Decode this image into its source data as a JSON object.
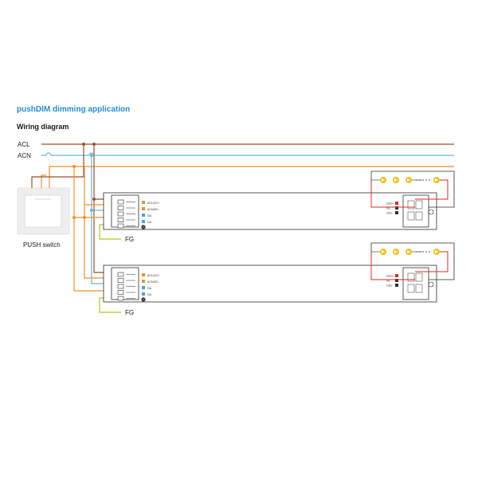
{
  "title": "pushDIM dimming application",
  "subtitle": "Wiring diagram",
  "labels": {
    "acl": "ACL",
    "acn": "ACN",
    "push_switch": "PUSH switch",
    "fg_top": "FG",
    "fg_bottom": "FG"
  },
  "driver_inputs": [
    "ACL/DC+",
    "ACN/DC-",
    "DA",
    "DA"
  ],
  "driver_outputs": [
    "LED+",
    "NC",
    "LED-"
  ],
  "colors": {
    "title": "#2a8fd0",
    "acl_wire": "#a0522d",
    "acn_wire": "#6ab8e0",
    "switch_wire": "#f0922e",
    "fg_wire": "#b8c820",
    "led_wire": "#d9302a",
    "led_yellow": "#f2c21a",
    "driver_outline": "#333333",
    "text": "#222222"
  },
  "icons": [
    "ground-icon",
    "led-icon",
    "push-switch-icon"
  ]
}
